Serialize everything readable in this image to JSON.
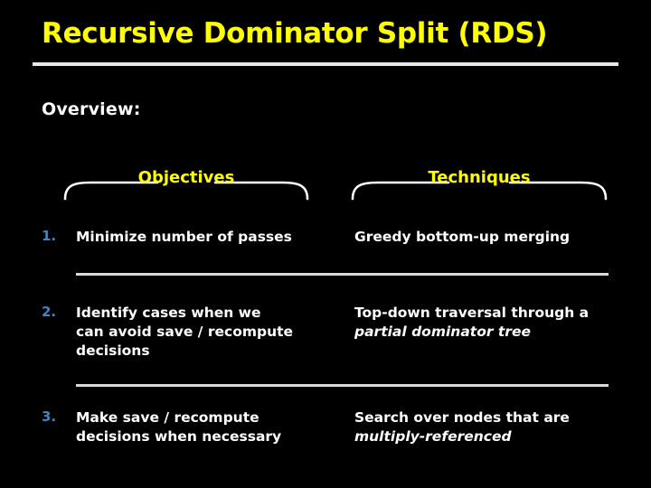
{
  "slide": {
    "title": "Recursive Dominator Split (RDS)",
    "section_label": "Overview:",
    "colors": {
      "background": "#000000",
      "title": "#ffff00",
      "heading": "#ffff00",
      "body": "#ffffff",
      "number": "#4a82bd",
      "rule": "#e8e8e8"
    },
    "columns": [
      {
        "label": "Objectives"
      },
      {
        "label": "Techniques"
      }
    ],
    "rows": [
      {
        "number": "1.",
        "objective_lines": [
          "Minimize number of passes"
        ],
        "technique_lines": [
          {
            "text": "Greedy bottom-up merging",
            "italic": false
          }
        ]
      },
      {
        "number": "2.",
        "objective_lines": [
          "Identify cases when we",
          "can avoid save / recompute",
          "decisions"
        ],
        "technique_lines": [
          {
            "text": "Top-down traversal through a",
            "italic": false
          },
          {
            "text": "partial dominator tree",
            "italic": true
          }
        ]
      },
      {
        "number": "3.",
        "objective_lines": [
          "Make save / recompute",
          "decisions when necessary"
        ],
        "technique_lines": [
          {
            "text": "Search over nodes that are",
            "italic": false
          },
          {
            "text": "multiply-referenced",
            "italic": true
          }
        ]
      }
    ]
  }
}
